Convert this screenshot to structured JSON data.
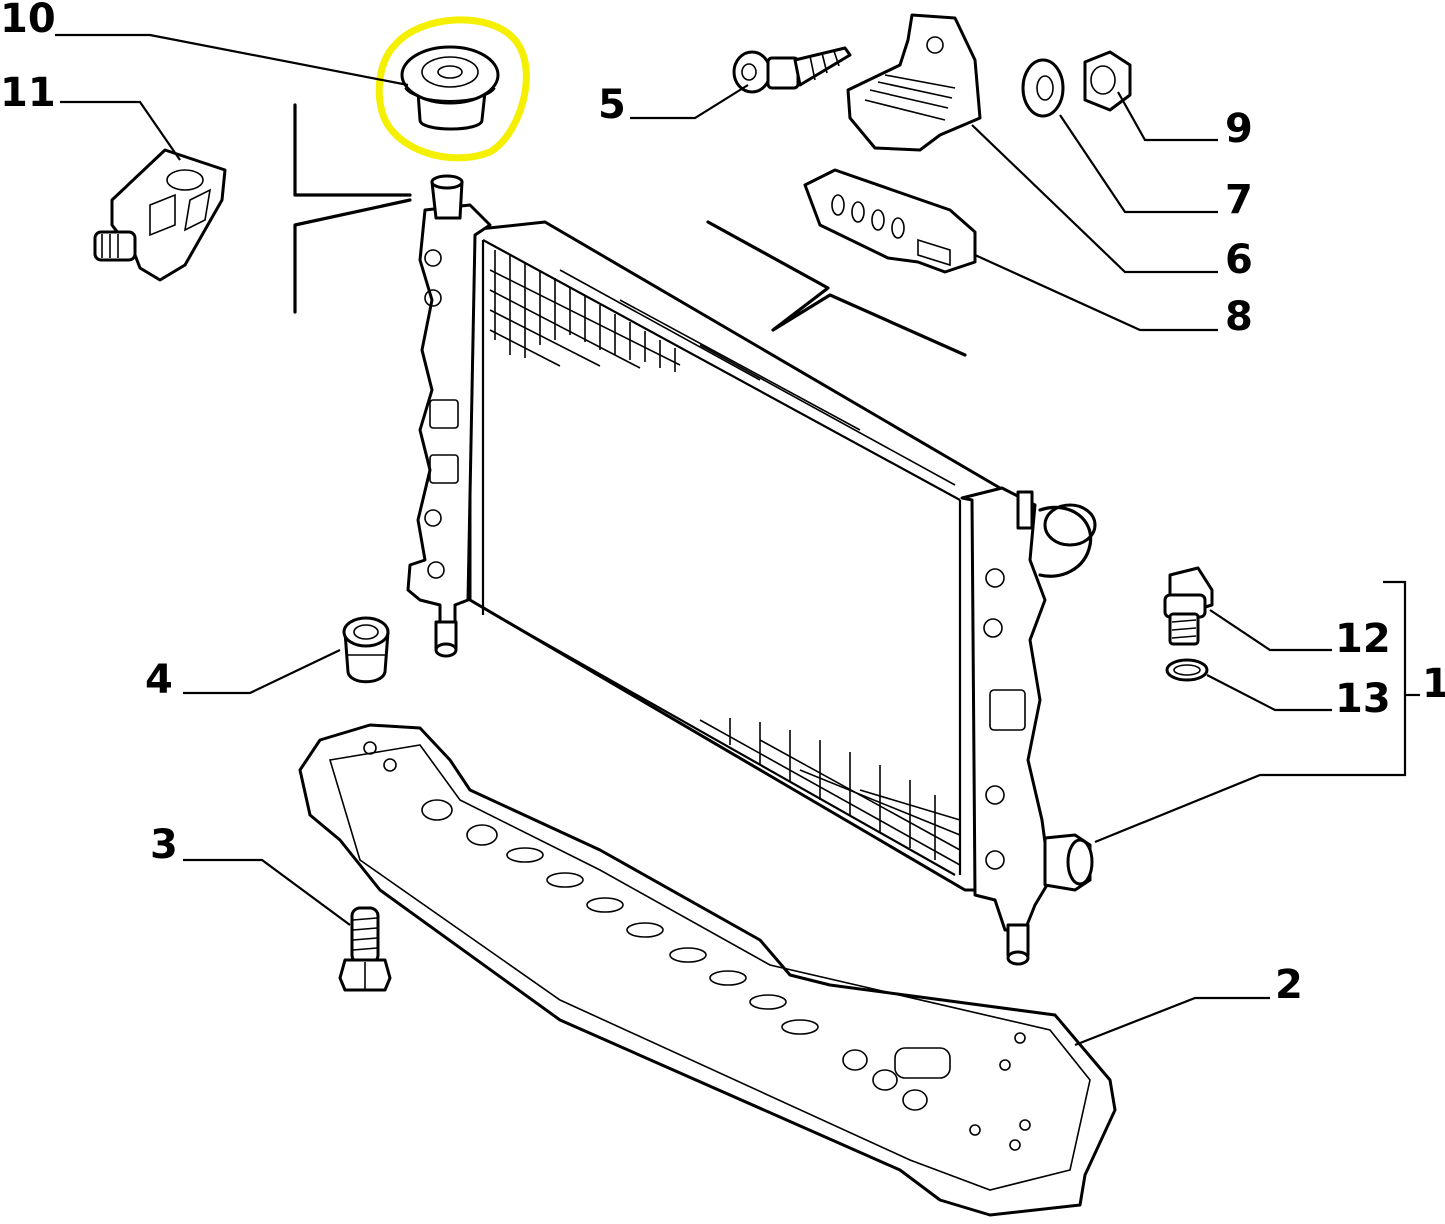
{
  "callouts": [
    {
      "id": "1",
      "text": "1"
    },
    {
      "id": "2",
      "text": "2"
    },
    {
      "id": "3",
      "text": "3"
    },
    {
      "id": "4",
      "text": "4"
    },
    {
      "id": "5",
      "text": "5"
    },
    {
      "id": "6",
      "text": "6"
    },
    {
      "id": "7",
      "text": "7"
    },
    {
      "id": "8",
      "text": "8"
    },
    {
      "id": "9",
      "text": "9"
    },
    {
      "id": "10",
      "text": "10"
    },
    {
      "id": "11",
      "text": "11"
    },
    {
      "id": "12",
      "text": "12"
    },
    {
      "id": "13",
      "text": "13"
    }
  ],
  "highlight": {
    "part": "10",
    "color": "#f5ef00"
  }
}
